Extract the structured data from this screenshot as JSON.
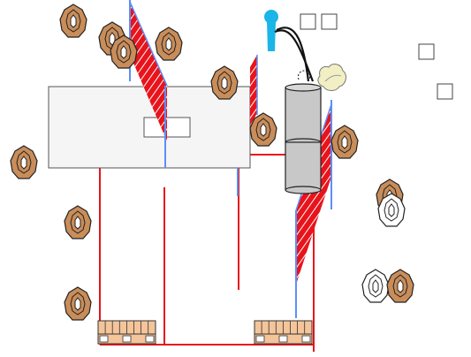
{
  "scene": {
    "background": "#ffffff",
    "colors": {
      "target_fill": "#c98d5a",
      "target_stroke": "#222222",
      "target_white_fill": "#ffffff",
      "line_red": "#e8141c",
      "line_blue": "#5b8ff9",
      "barricade_fill": "#f5f5f5",
      "barrel_fill": "#c8c8c8",
      "pallet_fill": "#f4c49a",
      "tripod_blue": "#1bb5e8",
      "bush_fill": "#f2efc4"
    }
  },
  "legend": {
    "icon_names": [
      "target-icon",
      "white-target-icon",
      "barrier-line",
      "fence-panel",
      "barricade-wall",
      "window-opening",
      "barrel-stack",
      "pallet",
      "camera-tripod",
      "cable-bundle",
      "bush-icon",
      "square-marker"
    ]
  }
}
